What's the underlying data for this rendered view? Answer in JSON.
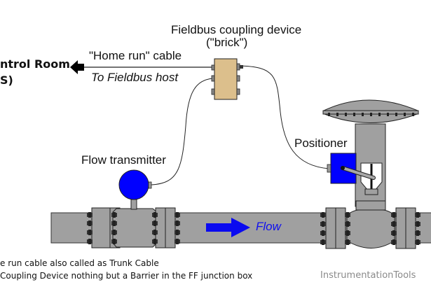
{
  "labels": {
    "control_room_line1": "ntrol Room",
    "control_room_line2": "S)",
    "home_run_cable": "\"Home run\" cable",
    "to_fieldbus_host": "To Fieldbus host",
    "coupling_device_line1": "Fieldbus coupling device",
    "coupling_device_line2": "(\"brick\")",
    "positioner": "Positioner",
    "flow_transmitter": "Flow transmitter",
    "flow": "Flow"
  },
  "notes": [
    "e run cable also called as Trunk Cable",
    " Coupling Device nothing but a Barrier in the FF junction box"
  ],
  "watermark": "InstrumentationTools",
  "colors": {
    "pipe": "#a0a0a0",
    "brick": "#dcbf8c",
    "device_blue": "#0000ff",
    "flow_arrow": "#0a0af0",
    "watermark": "#8a8a8a"
  }
}
